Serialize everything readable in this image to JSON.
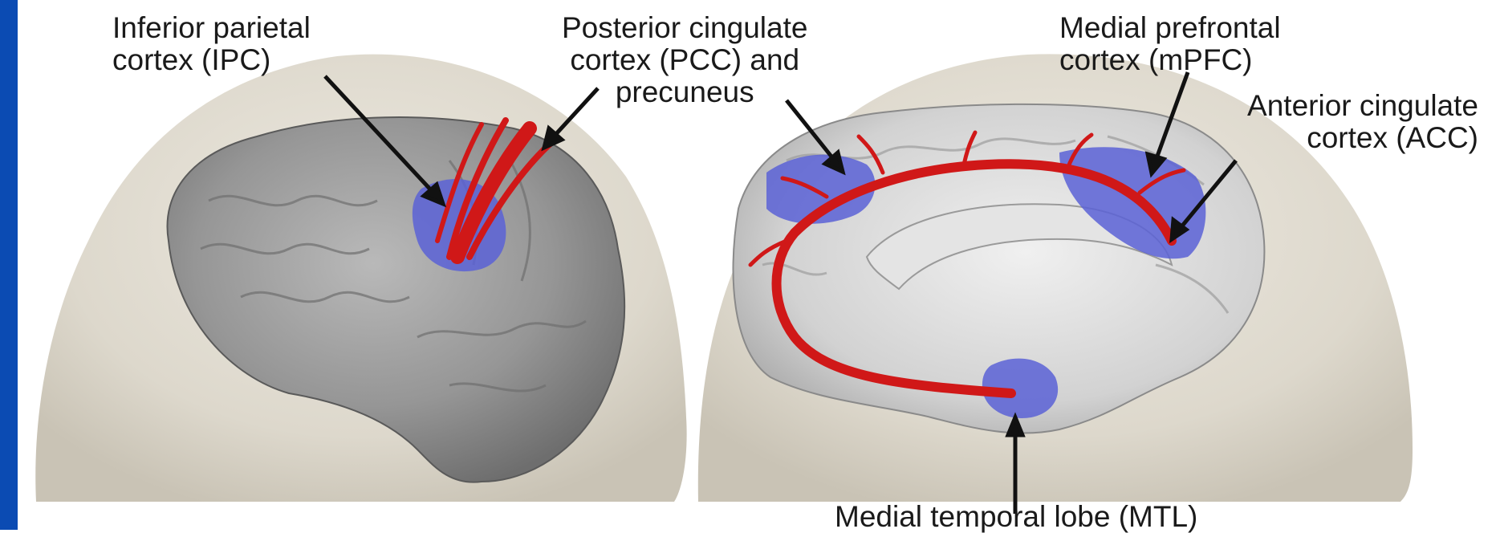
{
  "colors": {
    "side_bar": "#0b4bb3",
    "background": "#ffffff",
    "head": "#ddd8cc",
    "brain": "#9a9a9a",
    "medial_brain": "#d6d6d6",
    "tract": "#d01818",
    "region": "#5b62d6"
  },
  "labels": {
    "ipc": {
      "line1": "Inferior parietal",
      "line2": "cortex (IPC)"
    },
    "pcc": {
      "line1": "Posterior cingulate",
      "line2": "cortex (PCC) and",
      "line3": "precuneus"
    },
    "mpfc": {
      "line1": "Medial prefrontal",
      "line2": "cortex (mPFC)"
    },
    "acc": {
      "line1": "Anterior cingulate",
      "line2": "cortex (ACC)"
    },
    "mtl": {
      "line1": "Medial temporal lobe (MTL)"
    }
  }
}
